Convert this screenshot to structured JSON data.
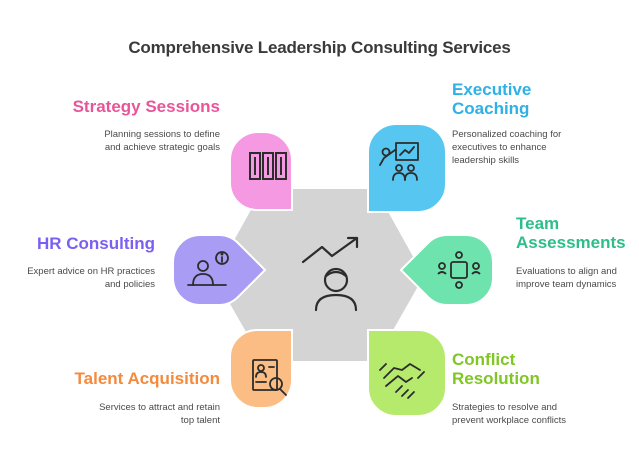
{
  "title": "Comprehensive Leadership Consulting Services",
  "colors": {
    "center": "#d4d4d4",
    "strategy": "#f59ae2",
    "executive": "#57c6f0",
    "hr": "#a99cf4",
    "team": "#6fe3ad",
    "talent": "#fbbd83",
    "conflict": "#b6ea6d",
    "strategy_text": "#e8559b",
    "executive_text": "#2fb1e6",
    "hr_text": "#7a5ff0",
    "team_text": "#2dbe8a",
    "talent_text": "#f48a3c",
    "conflict_text": "#7fc722"
  },
  "center": {
    "icon": "leadership-growth-icon"
  },
  "services": {
    "strategy": {
      "title": "Strategy Sessions",
      "desc_l1": "Planning sessions to define",
      "desc_l2": "and achieve strategic goals",
      "icon": "columns-icon"
    },
    "executive": {
      "title_l1": "Executive",
      "title_l2": "Coaching",
      "desc_l1": "Personalized coaching for",
      "desc_l2": "executives to enhance",
      "desc_l3": "leadership skills",
      "icon": "presentation-icon"
    },
    "hr": {
      "title": "HR Consulting",
      "desc_l1": "Expert advice on HR practices",
      "desc_l2": "and policies",
      "icon": "info-person-icon"
    },
    "team": {
      "title_l1": "Team",
      "title_l2": "Assessments",
      "desc_l1": "Evaluations to align and",
      "desc_l2": "improve team dynamics",
      "icon": "meeting-table-icon"
    },
    "talent": {
      "title": "Talent Acquisition",
      "desc_l1": "Services to attract and retain",
      "desc_l2": "top talent",
      "icon": "resume-search-icon"
    },
    "conflict": {
      "title_l1": "Conflict",
      "title_l2": "Resolution",
      "desc_l1": "Strategies to resolve and",
      "desc_l2": "prevent workplace conflicts",
      "icon": "handshake-icon"
    }
  }
}
